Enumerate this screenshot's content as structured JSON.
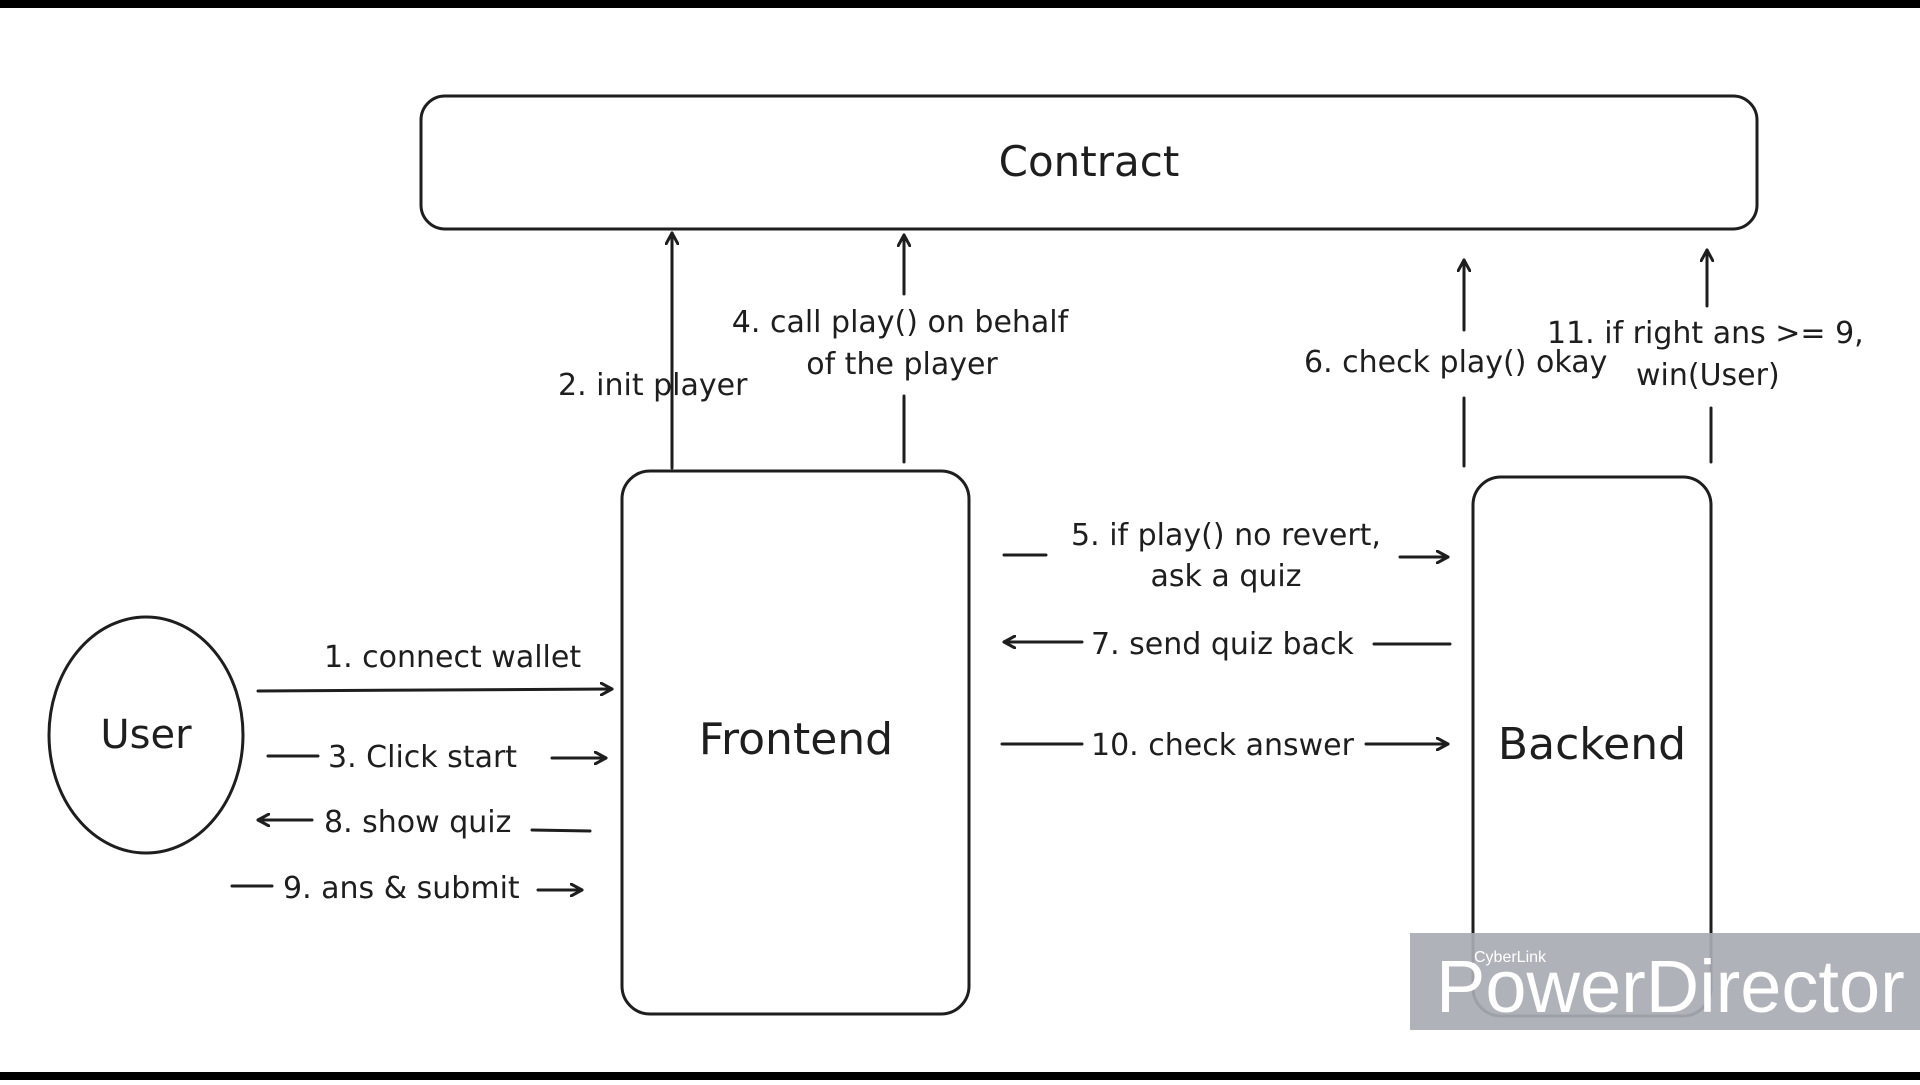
{
  "nodes": {
    "contract": "Contract",
    "frontend": "Frontend",
    "backend": "Backend",
    "user": "User"
  },
  "edges": {
    "e1": "1. connect wallet",
    "e2": "2. init player",
    "e3": "3. Click start",
    "e4_line1": "4. call play() on behalf",
    "e4_line2": "of the player",
    "e5_line1": "5. if play() no revert,",
    "e5_line2": "ask a quiz",
    "e6": "6. check play() okay",
    "e7": "7. send quiz back",
    "e8": "8. show quiz",
    "e9": "9. ans & submit",
    "e10": "10. check answer",
    "e11_line1": "11. if right ans >= 9,",
    "e11_line2": "win(User)"
  },
  "watermark": {
    "brand_small": "CyberLink",
    "brand_large": "PowerDirector"
  }
}
